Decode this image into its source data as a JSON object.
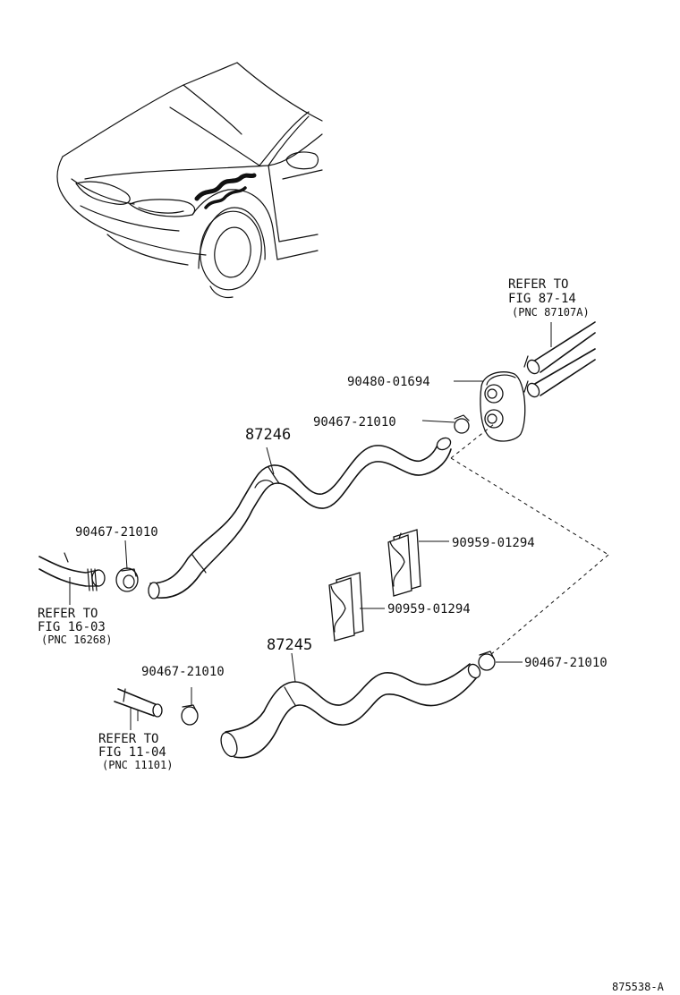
{
  "parts": {
    "hose_upper": "87246",
    "hose_lower": "87245",
    "grommet": "90480-01694",
    "clamp": "90467-21010",
    "cushion": "90959-01294"
  },
  "references": {
    "heater_unit": {
      "line1": "REFER TO",
      "line2": "FIG 87-14",
      "line3": "(PNC 87107A)"
    },
    "engine_pipe": {
      "line1": "REFER TO",
      "line2": "FIG 16-03",
      "line3": "(PNC 16268)"
    },
    "water_outlet": {
      "line1": "REFER TO",
      "line2": "FIG 11-04",
      "line3": "(PNC 11101)"
    }
  },
  "figure_id": "875538-A"
}
